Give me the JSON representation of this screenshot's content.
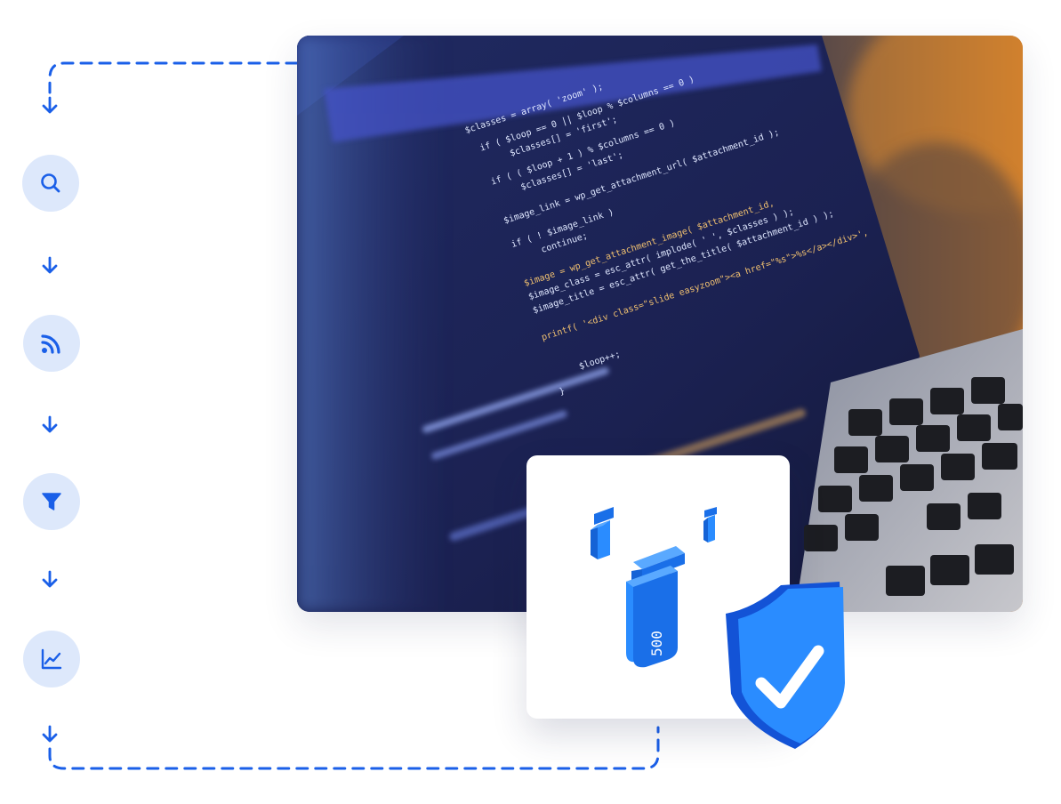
{
  "flow": {
    "steps": [
      {
        "icon": "search-icon"
      },
      {
        "icon": "rss-feed-icon"
      },
      {
        "icon": "filter-funnel-icon"
      },
      {
        "icon": "trending-chart-icon"
      }
    ],
    "line_color": "#1a5fe8",
    "circle_color": "#dde8fb"
  },
  "hero": {
    "photo": "laptop-code-screen-photo",
    "code_lines": [
      "$classes = array( 'zoom' );",
      "if ( $loop == 0 || $loop % $columns == 0 )",
      "$classes[] = 'first';",
      "if ( ( $loop + 1 ) % $columns == 0 )",
      "$classes[] = 'last';",
      "$image_link = wp_get_attachment_url( $attachment_id );",
      "if ( ! $image_link )",
      "continue;",
      "$image = wp_get_attachment_image( $attachment_id,",
      "$image_class = esc_attr( implode( ' ', $classes ) );",
      "$image_title = esc_attr( get_the_title( $attachment_id ) );",
      "printf( '<div class=\"slide easyzoom\"><a href=\"%s\">%s</a></div>',",
      "$loop++;",
      "}"
    ]
  },
  "feature": {
    "badge_text": "500",
    "icons": [
      "bottle-icon",
      "shield-check-icon"
    ],
    "accent": "#2a8cff"
  }
}
